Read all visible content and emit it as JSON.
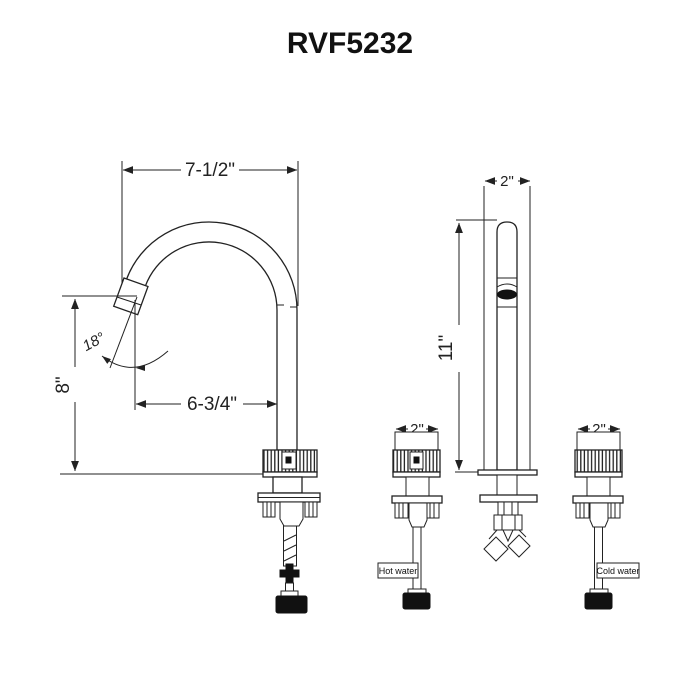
{
  "title": "RVF5232",
  "side_view": {
    "dim_spout_width": "7-1/2\"",
    "dim_spout_height": "8\"",
    "dim_spout_reach": "6-3/4\"",
    "dim_spout_angle": "18°"
  },
  "front_view": {
    "dim_top_width": "2\"",
    "dim_column_height": "11\""
  },
  "hot_handle": {
    "dim_width": "2\"",
    "label": "Hot water"
  },
  "cold_handle": {
    "dim_width": "2\"",
    "label": "Cold water"
  },
  "colors": {
    "line": "#222222",
    "background": "#ffffff",
    "solid_fill": "#111111"
  }
}
